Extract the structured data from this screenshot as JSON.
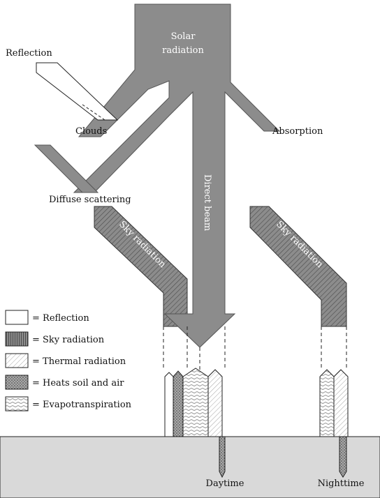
{
  "labels": {
    "solar_line1": "Solar",
    "solar_line2": "radiation",
    "reflection": "Reflection",
    "clouds": "Clouds",
    "absorption": "Absorption",
    "diffuse_scattering": "Diffuse scattering",
    "direct_beam": "Direct beam",
    "sky_radiation_left": "Sky radiation",
    "sky_radiation_right": "Sky radiation",
    "daytime": "Daytime",
    "nighttime": "Nighttime"
  },
  "legend": [
    {
      "label": "= Reflection"
    },
    {
      "label": "= Sky radiation"
    },
    {
      "label": "= Thermal radiation"
    },
    {
      "label": "= Heats soil and air"
    },
    {
      "label": "= Evapotranspiration"
    }
  ],
  "colors": {
    "beam": "#8c8c8c",
    "ground": "#d9d9d9",
    "outline": "#222222",
    "sky_stripe": "#5a5a5a"
  }
}
